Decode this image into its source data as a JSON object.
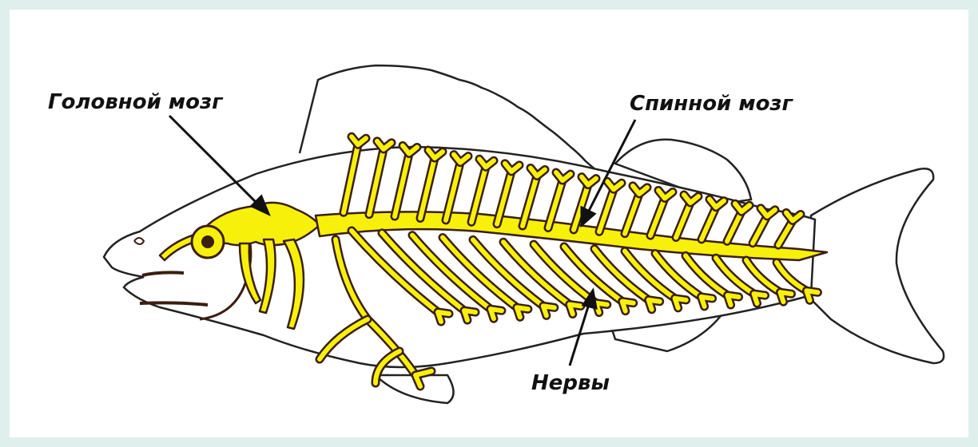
{
  "labels": {
    "brain": "Головной мозг",
    "spinal_cord": "Спинной мозг",
    "nerves": "Нервы"
  },
  "colors": {
    "nerve_fill": "#f7f00a",
    "outline": "#3a1e12",
    "body_outline": "#222222",
    "background": "#dff0ec"
  }
}
